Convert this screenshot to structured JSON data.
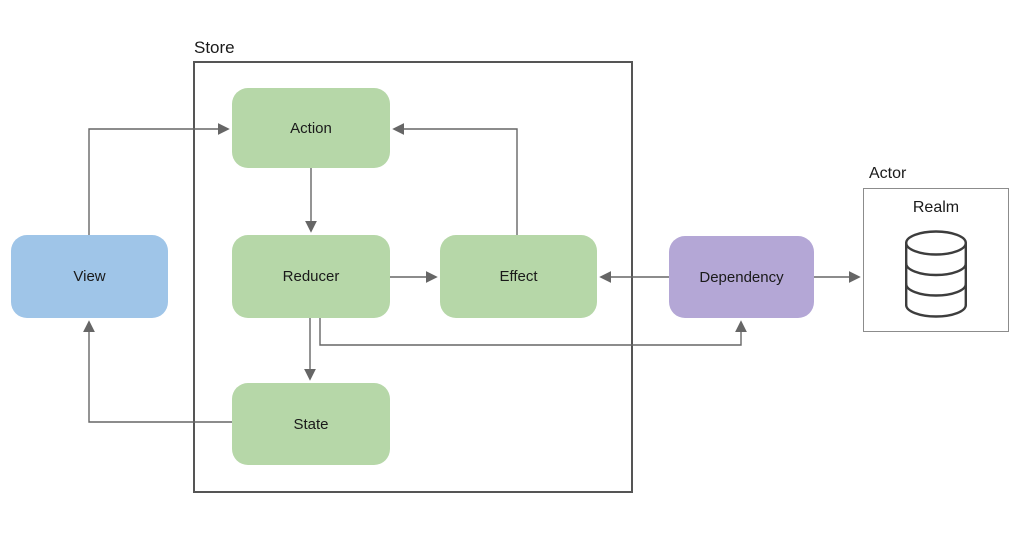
{
  "diagram": {
    "containers": {
      "store": {
        "label": "Store"
      },
      "actor": {
        "label": "Actor"
      }
    },
    "nodes": {
      "view": {
        "label": "View",
        "fill": "#9fc5e8"
      },
      "action": {
        "label": "Action",
        "fill": "#b6d7a8"
      },
      "reducer": {
        "label": "Reducer",
        "fill": "#b6d7a8"
      },
      "effect": {
        "label": "Effect",
        "fill": "#b6d7a8"
      },
      "state": {
        "label": "State",
        "fill": "#b6d7a8"
      },
      "dependency": {
        "label": "Dependency",
        "fill": "#b4a7d6"
      },
      "realm": {
        "label": "Realm",
        "icon": "database-icon"
      }
    },
    "edges": [
      {
        "from": "view",
        "to": "action"
      },
      {
        "from": "action",
        "to": "reducer"
      },
      {
        "from": "reducer",
        "to": "effect"
      },
      {
        "from": "effect",
        "to": "action"
      },
      {
        "from": "dependency",
        "to": "effect"
      },
      {
        "from": "reducer",
        "to": "dependency"
      },
      {
        "from": "reducer",
        "to": "state"
      },
      {
        "from": "state",
        "to": "view"
      },
      {
        "from": "dependency",
        "to": "realm"
      }
    ],
    "colors": {
      "node_green": "#b6d7a8",
      "node_blue": "#9fc5e8",
      "node_purple": "#b4a7d6",
      "connector": "#666666",
      "store_border": "#555555",
      "actor_border": "#8c8c8c",
      "database_icon_stroke": "#3d3d3d",
      "text": "#1a1a1a",
      "background": "#ffffff"
    }
  }
}
